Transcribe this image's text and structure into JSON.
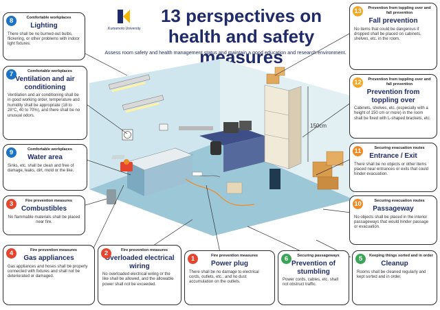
{
  "header": {
    "logo_text": "Kumamoto University",
    "title_line1": "13 perspectives on",
    "title_line2": "health and safety measures",
    "subtitle": "Assess room safety and health management status and maintain a good education and research environment."
  },
  "colors": {
    "title": "#1f2b69",
    "logo_blue": "#1d2a6b",
    "logo_gold": "#f2b705",
    "badge_blue": "#1a73c4",
    "badge_teal": "#2aa4c7",
    "badge_red": "#e4452e",
    "badge_orange": "#f08a24",
    "badge_amber": "#f5a623",
    "badge_green": "#3aa556"
  },
  "cards": {
    "c8": {
      "num": "8",
      "category": "Comfortable workplaces",
      "title": "Lighting",
      "text": "There shall be no burned-out bulbs, flickering, or other problems with indoor light fixtures."
    },
    "c7": {
      "num": "7",
      "category": "Comfortable workplaces",
      "title": "Ventilation and air conditioning",
      "text": "Ventilation and air conditioning shall be in good working order, temperature and humidity shall be appropriate (18 to 28°C, 40 to 70%), and there shall be no unusual odors."
    },
    "c9": {
      "num": "9",
      "category": "Comfortable workplaces",
      "title": "Water area",
      "text": "Sinks, etc. shall be clean and free of damage, leaks, dirt, mold or the like."
    },
    "c3": {
      "num": "3",
      "category": "Fire prevention measures",
      "title": "Combustibles",
      "text": "No flammable materials shall be placed near fire."
    },
    "c4": {
      "num": "4",
      "category": "Fire prevention measures",
      "title": "Gas appliances",
      "text": "Gas appliances and hoses shall be properly connected with fixtures and shall not be deteriorated or damaged."
    },
    "c2": {
      "num": "2",
      "category": "Fire prevention measures",
      "title": "Overloaded electrical wiring",
      "text": "No overloaded electrical wiring or the like shall be allowed, and the allowable power shall not be exceeded."
    },
    "c1": {
      "num": "1",
      "category": "Fire prevention measures",
      "title": "Power plug",
      "text": "There shall be no damage to electrical cords, outlets, etc., and no dust accumulation on the outlets."
    },
    "c6": {
      "num": "6",
      "category": "Securing passageways",
      "title": "Prevention of stumbling",
      "text": "Power cords, cables, etc. shall not obstruct traffic."
    },
    "c5": {
      "num": "5",
      "category": "Keeping things sorted and in order",
      "title": "Cleanup",
      "text": "Rooms shall be cleaned regularly and kept sorted and in order."
    },
    "c13": {
      "num": "13",
      "category": "Prevention from toppling over and fall prevention",
      "title": "Fall prevention",
      "text": "No items that could be dangerous if dropped shall be placed on cabinets, shelves, etc. in the room."
    },
    "c12": {
      "num": "12",
      "category": "Prevention from toppling over and fall prevention",
      "title": "Prevention from toppling over",
      "text": "Cabinets, shelves, etc. (especially with a height of 150 cm or more) in the room shall be fixed with L-shaped brackets, etc."
    },
    "c11": {
      "num": "11",
      "category": "Securing evacuation routes",
      "title": "Entrance / Exit",
      "text": "There shall be no objects or other items placed near entrances or exits that could hinder evacuation."
    },
    "c10": {
      "num": "10",
      "category": "Securing evacuation routes",
      "title": "Passageway",
      "text": "No objects shall be placed in the interior passageways that would hinder passage or evacuation."
    }
  },
  "scene": {
    "height_label": "150cm"
  }
}
